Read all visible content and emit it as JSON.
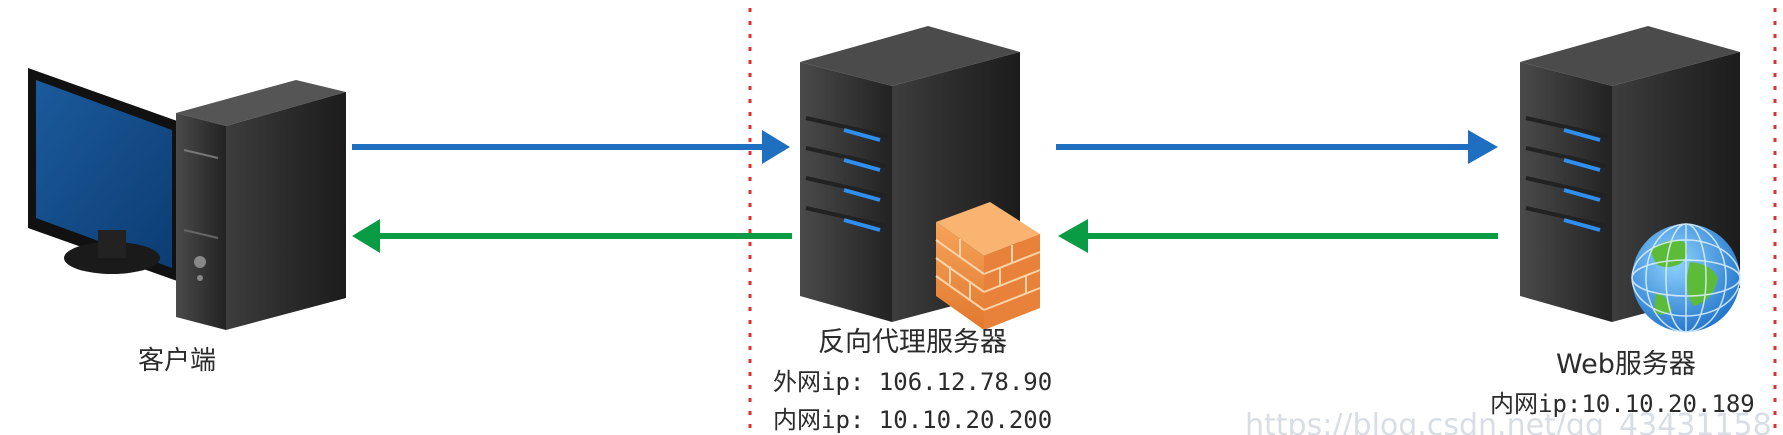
{
  "nodes": {
    "client": {
      "label": "客户端",
      "icon": "desktop-computer-icon"
    },
    "proxy": {
      "label": "反向代理服务器",
      "external_ip": "外网ip: 106.12.78.90",
      "internal_ip": "内网ip: 10.10.20.200",
      "icon": "server-firewall-icon"
    },
    "web": {
      "label": "Web服务器",
      "internal_ip": "内网ip:10.10.20.189",
      "icon": "server-globe-icon"
    }
  },
  "arrows": {
    "request_color": "#1f6fc1",
    "response_color": "#0a9b45"
  },
  "boundary_color": "#e03030",
  "watermark": "https://blog.csdn.net/qq_43431158"
}
